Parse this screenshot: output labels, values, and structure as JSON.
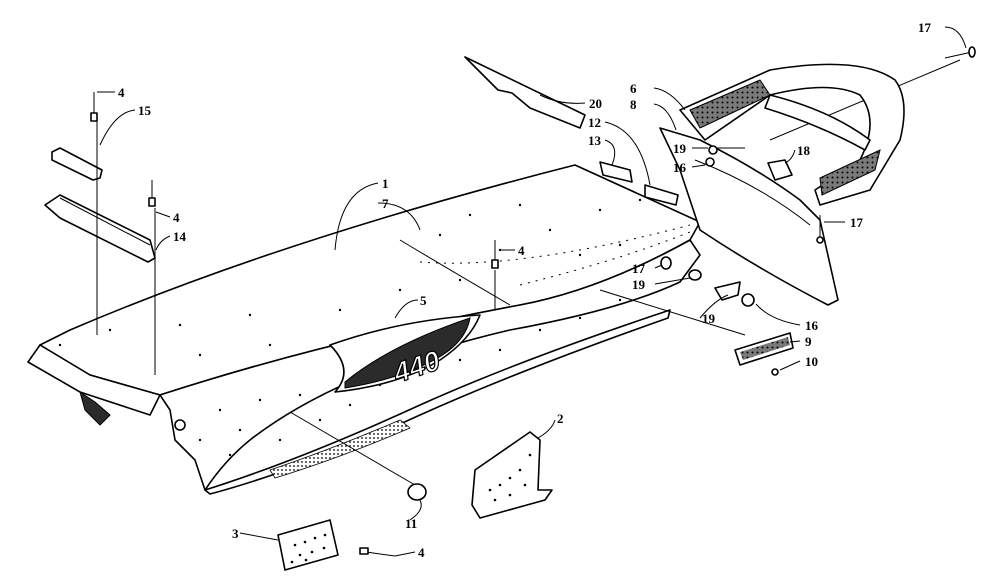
{
  "diagram": {
    "badge_text": "440",
    "callouts": [
      {
        "id": "c17a",
        "label": "17"
      },
      {
        "id": "c6",
        "label": "6"
      },
      {
        "id": "c8",
        "label": "8"
      },
      {
        "id": "c20",
        "label": "20"
      },
      {
        "id": "c12",
        "label": "12"
      },
      {
        "id": "c13",
        "label": "13"
      },
      {
        "id": "c19a",
        "label": "19"
      },
      {
        "id": "c16a",
        "label": "16"
      },
      {
        "id": "c18",
        "label": "18"
      },
      {
        "id": "c17b",
        "label": "17"
      },
      {
        "id": "c4a",
        "label": "4"
      },
      {
        "id": "c15",
        "label": "15"
      },
      {
        "id": "c4b",
        "label": "4"
      },
      {
        "id": "c14",
        "label": "14"
      },
      {
        "id": "c1",
        "label": "1"
      },
      {
        "id": "c7",
        "label": "7"
      },
      {
        "id": "c4c",
        "label": "4"
      },
      {
        "id": "c17c",
        "label": "17"
      },
      {
        "id": "c19b",
        "label": "19"
      },
      {
        "id": "c19c",
        "label": "19"
      },
      {
        "id": "c16b",
        "label": "16"
      },
      {
        "id": "c5",
        "label": "5"
      },
      {
        "id": "c9",
        "label": "9"
      },
      {
        "id": "c10",
        "label": "10"
      },
      {
        "id": "c2",
        "label": "2"
      },
      {
        "id": "c11",
        "label": "11"
      },
      {
        "id": "c3",
        "label": "3"
      },
      {
        "id": "c4d",
        "label": "4"
      }
    ]
  }
}
